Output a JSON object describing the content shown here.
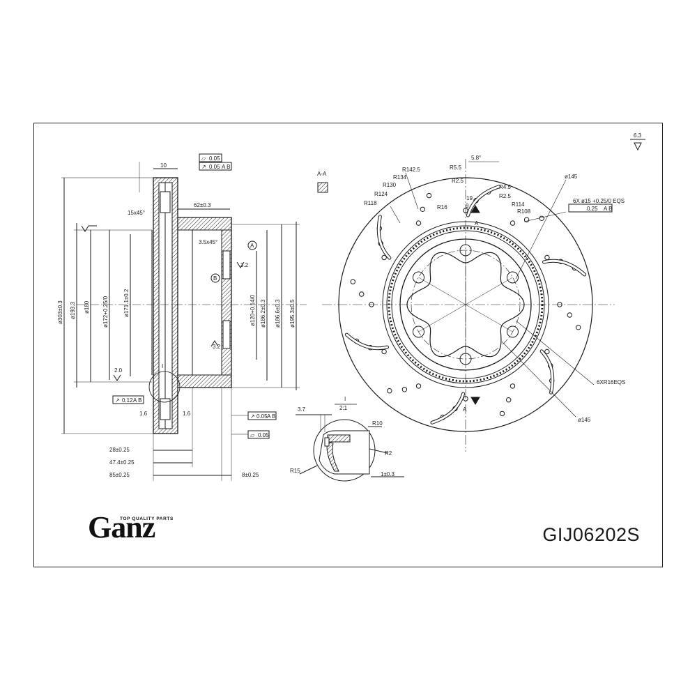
{
  "brand": {
    "name": "Ganz",
    "tagline": "TOP QUALITY PARTS"
  },
  "part_number": "GIJ06202S",
  "section_label": "A-A",
  "detail_label": {
    "name": "I",
    "scale": "2:1"
  },
  "roughness": "6.3",
  "side_view": {
    "dims_vertical": [
      "ø303±0.3",
      "ø193.3",
      "ø180",
      "ø172+0.25/0",
      "ø171.1±0.2",
      "ø120+0.14/0",
      "ø186.2±0.3",
      "ø186.6±0.3",
      "ø195.3±0.5"
    ],
    "dims_horizontal": [
      "10",
      "62±0.3",
      "28±0.25",
      "47.4±0.25",
      "85±0.25",
      "8±0.25"
    ],
    "chamfers": [
      "15x45°",
      "3.5x45°"
    ],
    "roughness_marks": [
      "2.0",
      "3.2",
      "3.2",
      "1.6",
      "1.6"
    ],
    "datums": [
      "A",
      "B",
      "I"
    ],
    "tolerances": [
      {
        "sym": "▱",
        "val": "0.05"
      },
      {
        "sym": "↗",
        "val": "0.05",
        "ref": "A B"
      },
      {
        "sym": "↗",
        "val": "0.12",
        "ref": "A B"
      },
      {
        "sym": "↗",
        "val": "0.05",
        "ref": "A B"
      },
      {
        "sym": "▱",
        "val": "0.05"
      }
    ]
  },
  "detail_view": {
    "dims": [
      "3.7",
      "R10",
      "R2",
      "R15",
      "1±0.3"
    ]
  },
  "front_view": {
    "labels": [
      "R142.5",
      "R134",
      "R130",
      "R124",
      "R118",
      "R16",
      "R4.5",
      "R2.5",
      "R5.5",
      "R2.5",
      "R114",
      "R108",
      "5.8°",
      "ø145",
      "6XR16EQS",
      "ø145",
      "A",
      "A",
      "19",
      "9",
      "6X ø15 +0.25/0 EQS",
      "0.25",
      "A B"
    ],
    "bolt_holes": 6,
    "drill_holes": 36,
    "slots": 6
  },
  "colors": {
    "line": "#1a1a1a",
    "background": "#ffffff"
  }
}
